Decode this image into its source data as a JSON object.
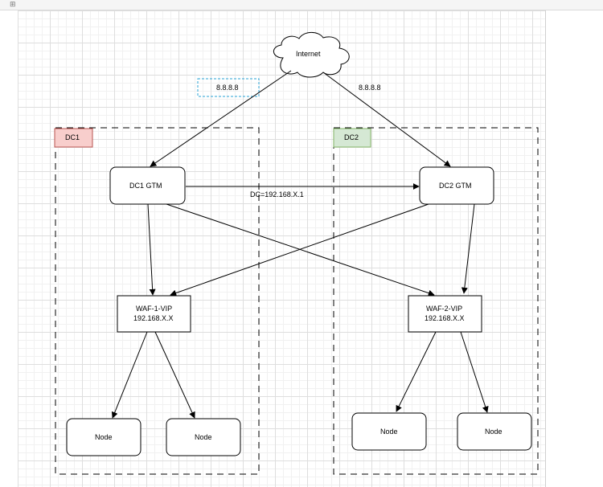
{
  "toolbar": {
    "icon": "grid-icon"
  },
  "diagram": {
    "internet": "Internet",
    "dns_left": "8.8.8.8",
    "dns_right": "8.8.8.8",
    "dc1_label": "DC1",
    "dc2_label": "DC2",
    "dc1_gtm": "DC1 GTM",
    "dc2_gtm": "DC2 GTM",
    "gtm_link": "DC=192.168.X.1",
    "waf1_name": "WAF-1-VIP",
    "waf1_ip": "192.168.X.X",
    "waf2_name": "WAF-2-VIP",
    "waf2_ip": "192.168.X.X",
    "node": "Node"
  },
  "colors": {
    "dc1_fill": "#f8cecc",
    "dc1_stroke": "#b85450",
    "dc2_fill": "#d5e8d4",
    "dc2_stroke": "#82b366",
    "selection": "#29a3d6"
  }
}
